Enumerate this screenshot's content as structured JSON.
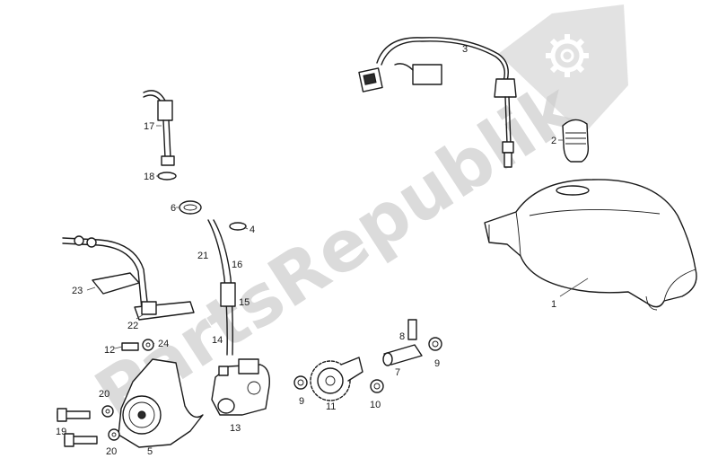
{
  "watermark": {
    "text": "PartsRepublik",
    "color": "#cfcfcf"
  },
  "callouts": [
    {
      "id": "1",
      "label": "1"
    },
    {
      "id": "2",
      "label": "2"
    },
    {
      "id": "3",
      "label": "3"
    },
    {
      "id": "4",
      "label": "4"
    },
    {
      "id": "5",
      "label": "5"
    },
    {
      "id": "6",
      "label": "6"
    },
    {
      "id": "7",
      "label": "7"
    },
    {
      "id": "8",
      "label": "8"
    },
    {
      "id": "9a",
      "label": "9"
    },
    {
      "id": "9b",
      "label": "9"
    },
    {
      "id": "10",
      "label": "10"
    },
    {
      "id": "11",
      "label": "11"
    },
    {
      "id": "12",
      "label": "12"
    },
    {
      "id": "13",
      "label": "13"
    },
    {
      "id": "14",
      "label": "14"
    },
    {
      "id": "15",
      "label": "15"
    },
    {
      "id": "16",
      "label": "16"
    },
    {
      "id": "17",
      "label": "17"
    },
    {
      "id": "18",
      "label": "18"
    },
    {
      "id": "19",
      "label": "19"
    },
    {
      "id": "20a",
      "label": "20"
    },
    {
      "id": "20b",
      "label": "20"
    },
    {
      "id": "21",
      "label": "21"
    },
    {
      "id": "22",
      "label": "22"
    },
    {
      "id": "23",
      "label": "23"
    },
    {
      "id": "24",
      "label": "24"
    }
  ],
  "icons": {
    "watermark_gear": "gear-icon"
  }
}
